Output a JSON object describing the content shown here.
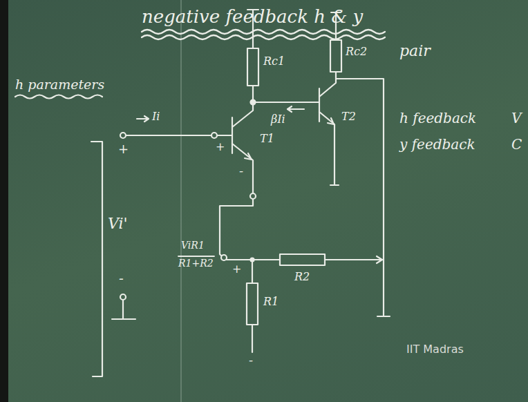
{
  "diagram": {
    "title": "negative feedback h & y",
    "labels": [
      "h parameters",
      "Ii",
      "+",
      "Vi'",
      "-",
      "Rc1",
      "βIi",
      "T1",
      "+",
      "-",
      "Rc2",
      "T2",
      "ViR1",
      "R1+R2",
      "+",
      "R2",
      "R1",
      "-",
      "pair",
      "h feedback",
      "V",
      "y feedback",
      "C",
      "IIT Madras"
    ]
  }
}
